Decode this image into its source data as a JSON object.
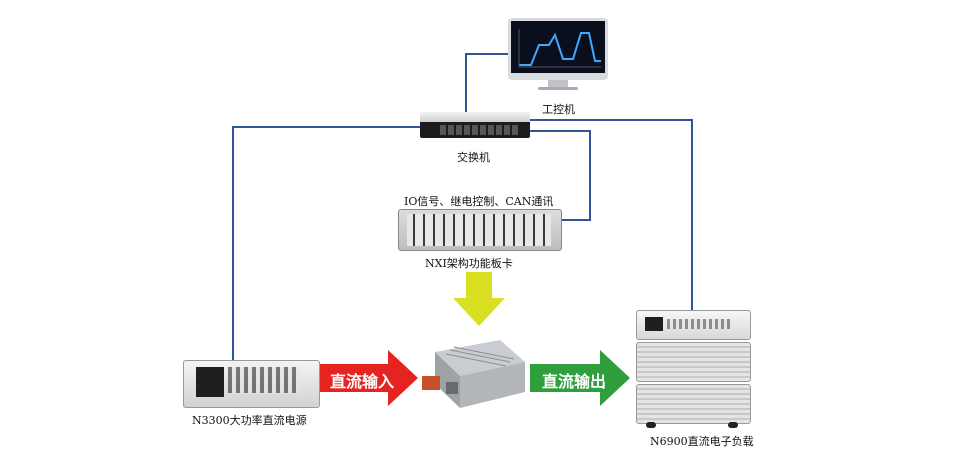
{
  "nodes": {
    "ipc": {
      "label": "工控机"
    },
    "switch": {
      "label": "交换机"
    },
    "nxi": {
      "top_label": "IO信号、继电控制、CAN通讯",
      "label": "NXI架构功能板卡"
    },
    "power_supply": {
      "label": "N3300大功率直流电源"
    },
    "load": {
      "label": "N6900直流电子负载"
    }
  },
  "arrows": {
    "input": {
      "label": "直流输入",
      "color": "#e52421"
    },
    "output": {
      "label": "直流输出",
      "color": "#2f9e3c"
    },
    "down": {
      "color": "#d9e021"
    }
  },
  "colors": {
    "link": "#2e5597"
  }
}
